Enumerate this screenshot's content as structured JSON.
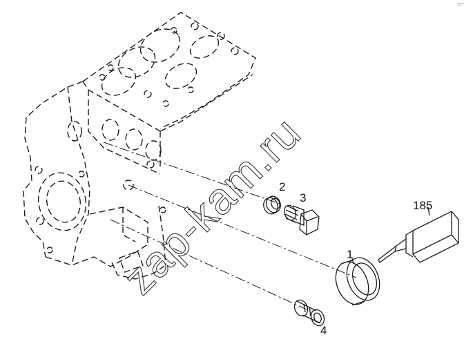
{
  "callouts": {
    "part_1": "1",
    "part_2": "2",
    "part_3": "3",
    "part_4": "4",
    "part_185": "185"
  },
  "watermark": "zap-kam.ru",
  "corner_mark": "ᶜ⁻",
  "icons": [
    "engine-block-outline",
    "sealing-ring",
    "plug-bolt",
    "seal-ring",
    "sleeve-plug",
    "sealant-tube"
  ]
}
